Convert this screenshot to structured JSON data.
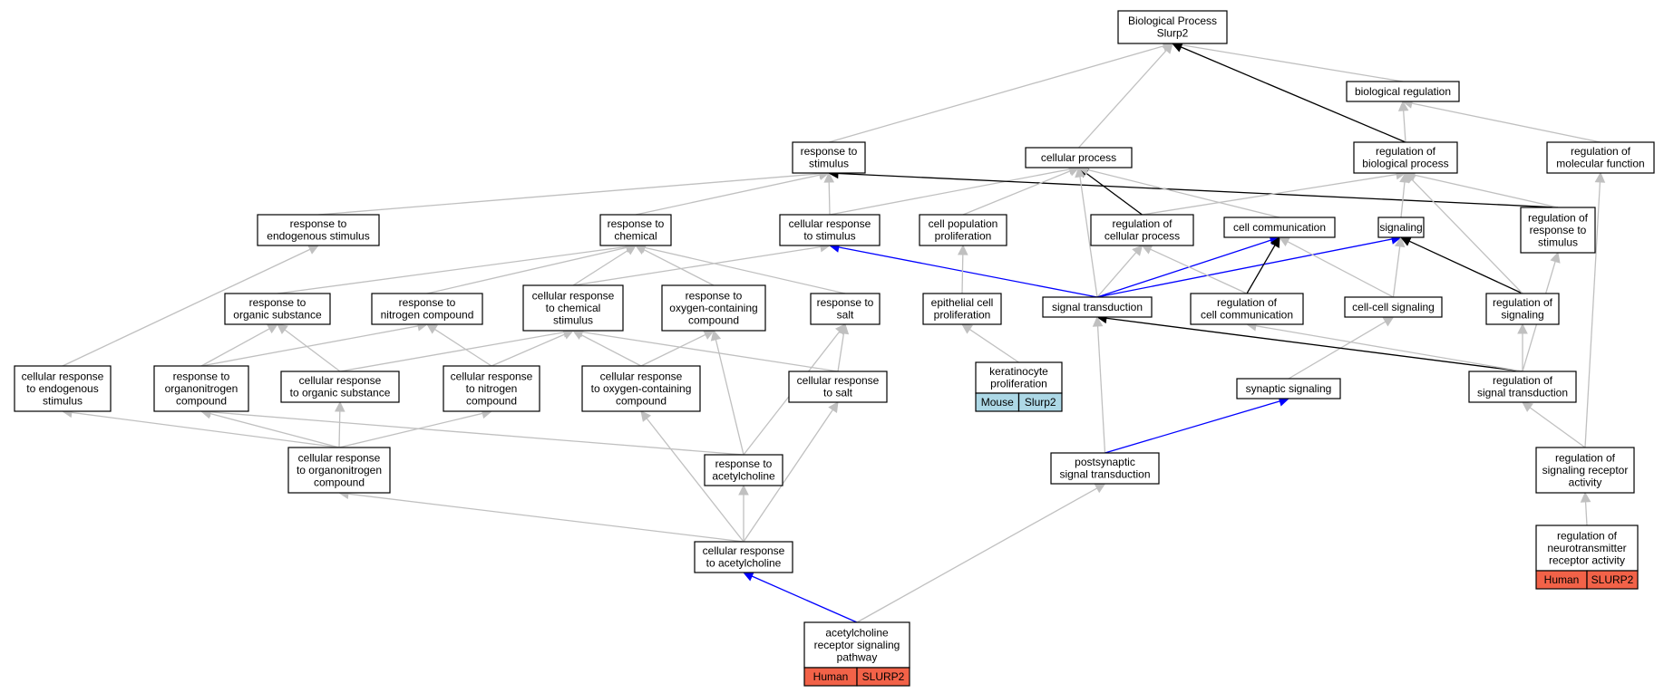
{
  "colors": {
    "edge_gray": "#c0c0c0",
    "edge_black": "#000000",
    "edge_blue": "#0000ff",
    "tag_human": "#f26248",
    "tag_mouse": "#add8e6"
  },
  "nodes": [
    {
      "id": "root",
      "lines": [
        "Biological Process",
        "Slurp2"
      ]
    },
    {
      "id": "bio_reg",
      "lines": [
        "biological regulation"
      ]
    },
    {
      "id": "resp_stim",
      "lines": [
        "response to",
        "stimulus"
      ]
    },
    {
      "id": "cell_proc",
      "lines": [
        "cellular process"
      ]
    },
    {
      "id": "reg_bio",
      "lines": [
        "regulation of",
        "biological process"
      ]
    },
    {
      "id": "reg_mol",
      "lines": [
        "regulation of",
        "molecular function"
      ]
    },
    {
      "id": "resp_endo",
      "lines": [
        "response to",
        "endogenous stimulus"
      ]
    },
    {
      "id": "resp_chem",
      "lines": [
        "response to",
        "chemical"
      ]
    },
    {
      "id": "cell_resp_stim",
      "lines": [
        "cellular response",
        "to stimulus"
      ]
    },
    {
      "id": "cell_pop",
      "lines": [
        "cell population",
        "proliferation"
      ]
    },
    {
      "id": "reg_cell_proc",
      "lines": [
        "regulation of",
        "cellular process"
      ]
    },
    {
      "id": "cell_comm",
      "lines": [
        "cell communication"
      ]
    },
    {
      "id": "signaling",
      "lines": [
        "signaling"
      ]
    },
    {
      "id": "reg_resp_stim",
      "lines": [
        "regulation of",
        "response to",
        "stimulus"
      ]
    },
    {
      "id": "resp_org",
      "lines": [
        "response to",
        "organic substance"
      ]
    },
    {
      "id": "resp_nitro",
      "lines": [
        "response to",
        "nitrogen compound"
      ]
    },
    {
      "id": "cell_resp_chem",
      "lines": [
        "cellular response",
        "to chemical",
        "stimulus"
      ]
    },
    {
      "id": "resp_oxy",
      "lines": [
        "response to",
        "oxygen-containing",
        "compound"
      ]
    },
    {
      "id": "resp_salt",
      "lines": [
        "response to",
        "salt"
      ]
    },
    {
      "id": "epi_prolif",
      "lines": [
        "epithelial cell",
        "proliferation"
      ]
    },
    {
      "id": "sig_trans",
      "lines": [
        "signal transduction"
      ]
    },
    {
      "id": "reg_cell_comm",
      "lines": [
        "regulation of",
        "cell communication"
      ]
    },
    {
      "id": "cc_sig",
      "lines": [
        "cell-cell signaling"
      ]
    },
    {
      "id": "reg_sig",
      "lines": [
        "regulation of",
        "signaling"
      ]
    },
    {
      "id": "cr_endo",
      "lines": [
        "cellular response",
        "to endogenous",
        "stimulus"
      ]
    },
    {
      "id": "resp_organo",
      "lines": [
        "response to",
        "organonitrogen",
        "compound"
      ]
    },
    {
      "id": "cr_org",
      "lines": [
        "cellular response",
        "to organic substance"
      ]
    },
    {
      "id": "cr_nitro",
      "lines": [
        "cellular response",
        "to nitrogen",
        "compound"
      ]
    },
    {
      "id": "cr_oxy",
      "lines": [
        "cellular response",
        "to oxygen-containing",
        "compound"
      ]
    },
    {
      "id": "cr_salt",
      "lines": [
        "cellular response",
        "to salt"
      ]
    },
    {
      "id": "kera",
      "lines": [
        "keratinocyte",
        "proliferation"
      ],
      "tags": [
        "Mouse",
        "Slurp2"
      ],
      "tag_color": "tag_mouse"
    },
    {
      "id": "syn_sig",
      "lines": [
        "synaptic signaling"
      ]
    },
    {
      "id": "reg_sig_trans",
      "lines": [
        "regulation of",
        "signal transduction"
      ]
    },
    {
      "id": "cr_organo",
      "lines": [
        "cellular response",
        "to organonitrogen",
        "compound"
      ]
    },
    {
      "id": "resp_ach",
      "lines": [
        "response to",
        "acetylcholine"
      ]
    },
    {
      "id": "post_sig",
      "lines": [
        "postsynaptic",
        "signal transduction"
      ]
    },
    {
      "id": "reg_sig_rec",
      "lines": [
        "regulation of",
        "signaling receptor",
        "activity"
      ]
    },
    {
      "id": "reg_neuro",
      "lines": [
        "regulation of",
        "neurotransmitter",
        "receptor activity"
      ],
      "tags": [
        "Human",
        "SLURP2"
      ],
      "tag_color": "tag_human"
    },
    {
      "id": "cr_ach",
      "lines": [
        "cellular response",
        "to acetylcholine"
      ]
    },
    {
      "id": "ach_path",
      "lines": [
        "acetylcholine",
        "receptor signaling",
        "pathway"
      ],
      "tags": [
        "Human",
        "SLURP2"
      ],
      "tag_color": "tag_human"
    }
  ],
  "edges": [
    {
      "from": "bio_reg",
      "to": "root",
      "color": "edge_gray"
    },
    {
      "from": "resp_stim",
      "to": "root",
      "color": "edge_gray"
    },
    {
      "from": "cell_proc",
      "to": "root",
      "color": "edge_gray"
    },
    {
      "from": "reg_bio",
      "to": "root",
      "color": "edge_black"
    },
    {
      "from": "reg_bio",
      "to": "bio_reg",
      "color": "edge_gray"
    },
    {
      "from": "reg_mol",
      "to": "bio_reg",
      "color": "edge_gray"
    },
    {
      "from": "resp_endo",
      "to": "resp_stim",
      "color": "edge_gray"
    },
    {
      "from": "resp_chem",
      "to": "resp_stim",
      "color": "edge_gray"
    },
    {
      "from": "cell_resp_stim",
      "to": "resp_stim",
      "color": "edge_gray"
    },
    {
      "from": "cell_resp_stim",
      "to": "cell_proc",
      "color": "edge_gray"
    },
    {
      "from": "reg_resp_stim",
      "to": "resp_stim",
      "color": "edge_black"
    },
    {
      "from": "reg_resp_stim",
      "to": "reg_bio",
      "color": "edge_gray"
    },
    {
      "from": "cell_pop",
      "to": "cell_proc",
      "color": "edge_gray"
    },
    {
      "from": "reg_cell_proc",
      "to": "cell_proc",
      "color": "edge_black"
    },
    {
      "from": "reg_cell_proc",
      "to": "reg_bio",
      "color": "edge_gray"
    },
    {
      "from": "cell_comm",
      "to": "cell_proc",
      "color": "edge_gray"
    },
    {
      "from": "signaling",
      "to": "reg_bio",
      "color": "edge_gray"
    },
    {
      "from": "sig_trans",
      "to": "cell_proc",
      "color": "edge_gray"
    },
    {
      "from": "sig_trans",
      "to": "cell_resp_stim",
      "color": "edge_blue"
    },
    {
      "from": "sig_trans",
      "to": "reg_cell_proc",
      "color": "edge_gray"
    },
    {
      "from": "sig_trans",
      "to": "cell_comm",
      "color": "edge_blue"
    },
    {
      "from": "sig_trans",
      "to": "signaling",
      "color": "edge_blue"
    },
    {
      "from": "reg_cell_comm",
      "to": "cell_comm",
      "color": "edge_black"
    },
    {
      "from": "reg_cell_comm",
      "to": "reg_cell_proc",
      "color": "edge_gray"
    },
    {
      "from": "cc_sig",
      "to": "cell_comm",
      "color": "edge_gray"
    },
    {
      "from": "cc_sig",
      "to": "signaling",
      "color": "edge_gray"
    },
    {
      "from": "reg_sig",
      "to": "signaling",
      "color": "edge_black"
    },
    {
      "from": "reg_sig",
      "to": "reg_bio",
      "color": "edge_gray"
    },
    {
      "from": "resp_org",
      "to": "resp_chem",
      "color": "edge_gray"
    },
    {
      "from": "resp_nitro",
      "to": "resp_chem",
      "color": "edge_gray"
    },
    {
      "from": "cell_resp_chem",
      "to": "resp_chem",
      "color": "edge_gray"
    },
    {
      "from": "cell_resp_chem",
      "to": "cell_resp_stim",
      "color": "edge_gray"
    },
    {
      "from": "resp_oxy",
      "to": "resp_chem",
      "color": "edge_gray"
    },
    {
      "from": "resp_salt",
      "to": "resp_chem",
      "color": "edge_gray"
    },
    {
      "from": "epi_prolif",
      "to": "cell_pop",
      "color": "edge_gray"
    },
    {
      "from": "kera",
      "to": "epi_prolif",
      "color": "edge_gray"
    },
    {
      "from": "cr_endo",
      "to": "resp_endo",
      "color": "edge_gray"
    },
    {
      "from": "resp_organo",
      "to": "resp_org",
      "color": "edge_gray"
    },
    {
      "from": "resp_organo",
      "to": "resp_nitro",
      "color": "edge_gray"
    },
    {
      "from": "cr_org",
      "to": "resp_org",
      "color": "edge_gray"
    },
    {
      "from": "cr_org",
      "to": "cell_resp_chem",
      "color": "edge_gray"
    },
    {
      "from": "cr_nitro",
      "to": "resp_nitro",
      "color": "edge_gray"
    },
    {
      "from": "cr_nitro",
      "to": "cell_resp_chem",
      "color": "edge_gray"
    },
    {
      "from": "cr_oxy",
      "to": "cell_resp_chem",
      "color": "edge_gray"
    },
    {
      "from": "cr_oxy",
      "to": "resp_oxy",
      "color": "edge_gray"
    },
    {
      "from": "cr_salt",
      "to": "resp_salt",
      "color": "edge_gray"
    },
    {
      "from": "cr_salt",
      "to": "cell_resp_chem",
      "color": "edge_gray"
    },
    {
      "from": "syn_sig",
      "to": "cc_sig",
      "color": "edge_gray"
    },
    {
      "from": "reg_sig_trans",
      "to": "sig_trans",
      "color": "edge_black"
    },
    {
      "from": "reg_sig_trans",
      "to": "reg_sig",
      "color": "edge_gray"
    },
    {
      "from": "reg_sig_trans",
      "to": "reg_cell_comm",
      "color": "edge_gray"
    },
    {
      "from": "reg_sig_trans",
      "to": "reg_resp_stim",
      "color": "edge_gray"
    },
    {
      "from": "cr_organo",
      "to": "cr_endo",
      "color": "edge_gray"
    },
    {
      "from": "cr_organo",
      "to": "resp_organo",
      "color": "edge_gray"
    },
    {
      "from": "cr_organo",
      "to": "cr_org",
      "color": "edge_gray"
    },
    {
      "from": "cr_organo",
      "to": "cr_nitro",
      "color": "edge_gray"
    },
    {
      "from": "resp_ach",
      "to": "resp_organo",
      "color": "edge_gray"
    },
    {
      "from": "resp_ach",
      "to": "resp_oxy",
      "color": "edge_gray"
    },
    {
      "from": "resp_ach",
      "to": "resp_salt",
      "color": "edge_gray"
    },
    {
      "from": "post_sig",
      "to": "sig_trans",
      "color": "edge_gray"
    },
    {
      "from": "post_sig",
      "to": "syn_sig",
      "color": "edge_blue"
    },
    {
      "from": "reg_sig_rec",
      "to": "reg_sig_trans",
      "color": "edge_gray"
    },
    {
      "from": "reg_sig_rec",
      "to": "reg_mol",
      "color": "edge_gray"
    },
    {
      "from": "reg_neuro",
      "to": "reg_sig_rec",
      "color": "edge_gray"
    },
    {
      "from": "cr_ach",
      "to": "resp_ach",
      "color": "edge_gray"
    },
    {
      "from": "cr_ach",
      "to": "cr_organo",
      "color": "edge_gray"
    },
    {
      "from": "cr_ach",
      "to": "cr_oxy",
      "color": "edge_gray"
    },
    {
      "from": "cr_ach",
      "to": "cr_salt",
      "color": "edge_gray"
    },
    {
      "from": "ach_path",
      "to": "cr_ach",
      "color": "edge_blue"
    },
    {
      "from": "ach_path",
      "to": "post_sig",
      "color": "edge_gray"
    }
  ]
}
